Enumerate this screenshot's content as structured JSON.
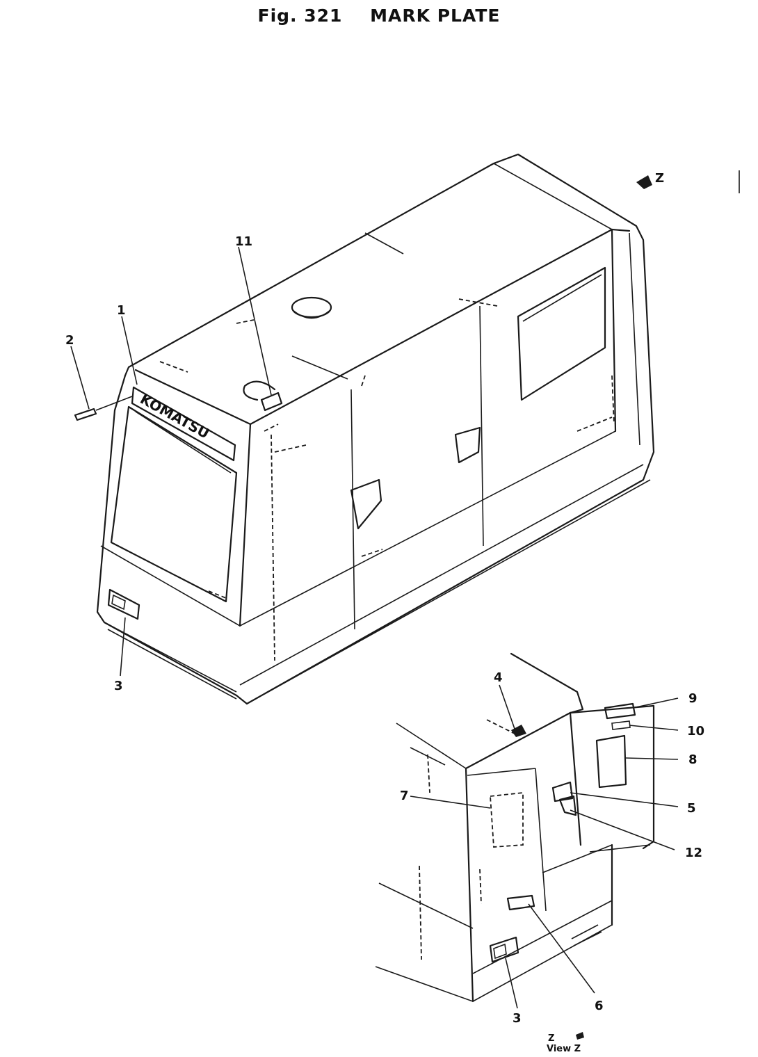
{
  "figure": {
    "number": "Fig. 321",
    "title": "MARK PLATE"
  },
  "main_view": {
    "brand_plate_text": "KOMATSU",
    "view_arrow_label": "Z",
    "callouts": {
      "c1": "1",
      "c2": "2",
      "c3": "3",
      "c11": "11"
    }
  },
  "view_z": {
    "callouts": {
      "c4": "4",
      "c9": "9",
      "c10": "10",
      "c8": "8",
      "c7": "7",
      "c5": "5",
      "c12": "12",
      "c3b": "3",
      "c6": "6"
    },
    "caption_line1": "Z",
    "caption_line2": "View Z"
  }
}
